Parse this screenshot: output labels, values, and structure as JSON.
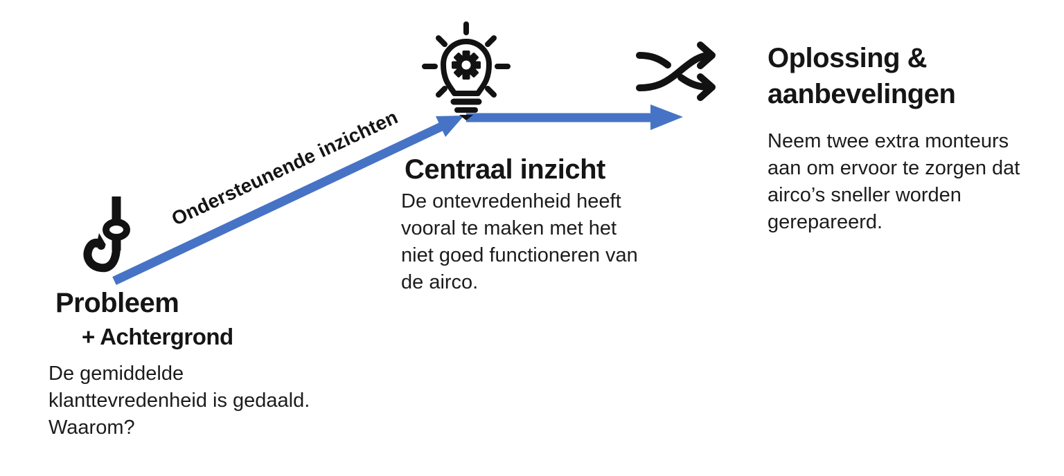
{
  "colors": {
    "arrow_blue": "#4673C5",
    "ink": "#121212",
    "background": "#ffffff"
  },
  "nodes": {
    "problem": {
      "icon": "fishing-hook",
      "title": "Probleem",
      "subtitle": "+ Achtergrond",
      "body": "De gemiddelde\nklanttevredenheid is gedaald.\nWaarom?"
    },
    "central_insight": {
      "icon": "lightbulb-with-gear",
      "title": "Centraal inzicht",
      "body": "De ontevredenheid heeft\nvooral te maken met het\nniet goed functioneren van\nde airco."
    },
    "solution": {
      "icon": "shuffle-arrows",
      "title": "Oplossing &\naanbevelingen",
      "body": "Neem twee extra monteurs\naan om ervoor te zorgen dat\nairco’s sneller worden\ngerepareerd."
    }
  },
  "connectors": {
    "diagonal_arrow": "from-problem-to-central-insight",
    "diagonal_arrow_label": "Ondersteunende inzichten",
    "horizontal_arrow": "from-central-insight-to-solution"
  }
}
